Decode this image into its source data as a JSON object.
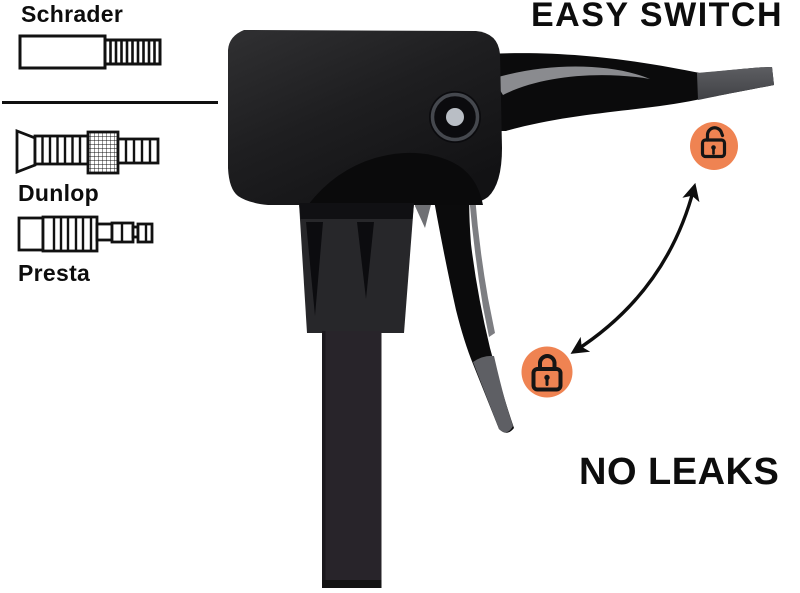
{
  "valve_panel": {
    "schrader": {
      "label": "Schrader"
    },
    "dunlop": {
      "label": "Dunlop"
    },
    "presta": {
      "label": "Presta"
    }
  },
  "annotations": {
    "easy_switch": "EASY SWITCH",
    "no_leaks": "NO LEAKS"
  },
  "colors": {
    "lock_badge_orange": "#EF8352",
    "ink": "#0d0d0d",
    "pump_black": "#1d1d1f",
    "lever_gray": "#85868a"
  },
  "icons": {
    "open_lock": "unlocked-padlock",
    "closed_lock": "locked-padlock",
    "swap_arrow": "curved-double-headed-arrow",
    "schrader_valve": "schrader-valve-outline",
    "dunlop_valve": "dunlop-valve-outline",
    "presta_valve": "presta-valve-outline"
  }
}
